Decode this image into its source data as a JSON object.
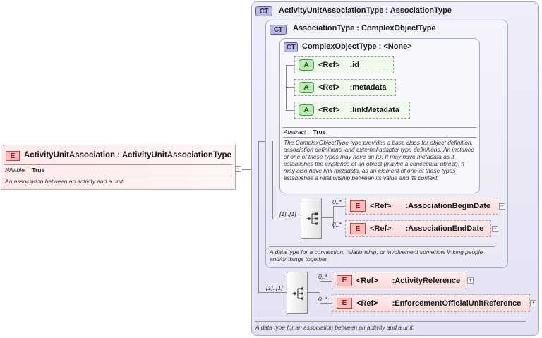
{
  "root": {
    "badge": "E",
    "name": "ActivityUnitAssociation",
    "type": "ActivityUnitAssociationType",
    "nillable_label": "Nillable",
    "nillable_value": "True",
    "doc": "An association between an activity and a unit."
  },
  "outer": {
    "badge": "CT",
    "name": "ActivityUnitAssociationType",
    "base": "AssociationType",
    "doc": "A data type for an association between an activity and a unit.",
    "occurs": "[1]..[1]",
    "children": [
      {
        "badge": "E",
        "ref": "<Ref>",
        "name": "ActivityReference",
        "occurs": "0..*"
      },
      {
        "badge": "E",
        "ref": "<Ref>",
        "name": "EnforcementOfficialUnitReference",
        "occurs": "0..*"
      }
    ]
  },
  "middle": {
    "badge": "CT",
    "name": "AssociationType",
    "base": "ComplexObjectType",
    "doc": "A data type for a connection, relationship, or involvement somehow linking people and/or things together.",
    "occurs": "[1]..[1]",
    "children": [
      {
        "badge": "E",
        "ref": "<Ref>",
        "name": "AssociationBeginDate",
        "occurs": "0..*"
      },
      {
        "badge": "E",
        "ref": "<Ref>",
        "name": "AssociationEndDate",
        "occurs": "0..*"
      }
    ]
  },
  "inner": {
    "badge": "CT",
    "name": "ComplexObjectType",
    "base": "<None>",
    "attributes": [
      {
        "badge": "A",
        "ref": "<Ref>",
        "name": "id"
      },
      {
        "badge": "A",
        "ref": "<Ref>",
        "name": "metadata"
      },
      {
        "badge": "A",
        "ref": "<Ref>",
        "name": "linkMetadata"
      }
    ],
    "abstract_label": "Abstract",
    "abstract_value": "True",
    "doc": "The ComplexObjectType type provides a base class for object definition, association definitions, and external adapter type definitions. An instance of one of these types may have an ID. It may have metadata as it establishes the existence of an object (maybe a conceptual object). It may also have link metadata, as an element of one of these types establishes a relationship between its value and its context."
  },
  "separator": " : ",
  "expand_symbol": "+",
  "collapse_symbol": "−"
}
